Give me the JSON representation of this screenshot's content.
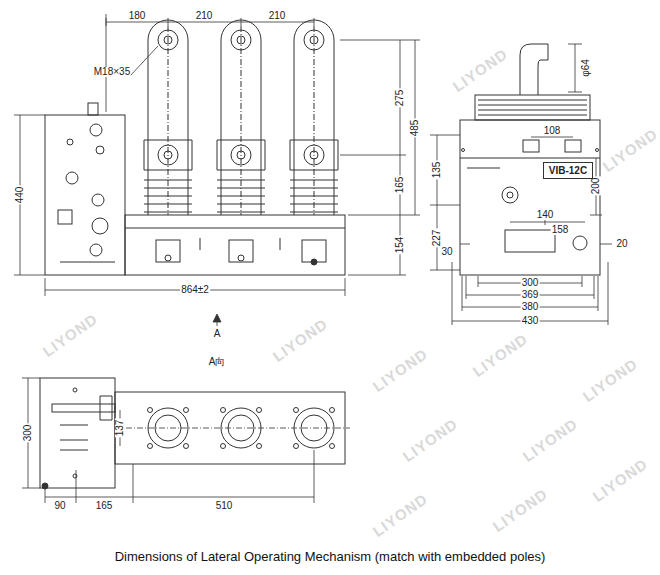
{
  "diagram": {
    "caption": "Dimensions of Lateral Operating Mechanism (match with embedded poles)",
    "nodes": [
      {
        "text": [
          "VIB-12C"
        ]
      }
    ],
    "labels": [
      "180",
      "210",
      "210",
      "M18×35",
      "275",
      "485",
      "165",
      "154",
      "440",
      "864±2",
      "A",
      "A向",
      "300",
      "137",
      "90",
      "165",
      "510",
      "φ64",
      "108",
      "135",
      "200",
      "140",
      "158",
      "227",
      "30",
      "20",
      "300",
      "369",
      "380",
      "430",
      "LIYOND",
      "LIYOND",
      "LIYOND",
      "LIYOND",
      "LIYOND",
      "LIYOND",
      "LIYOND",
      "LIYOND",
      "LIYOND",
      "LIYOND",
      "LIYOND",
      "LIYOND"
    ]
  }
}
